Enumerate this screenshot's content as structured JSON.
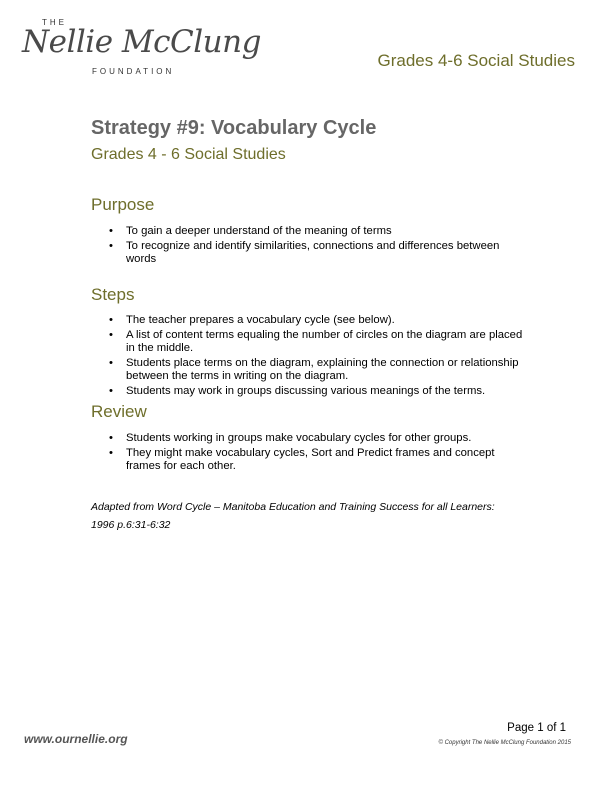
{
  "logo": {
    "the": "THE",
    "script": "Nellie McClung",
    "foundation": "FOUNDATION"
  },
  "header": {
    "right_text": "Grades 4-6 Social Studies"
  },
  "doc": {
    "title": "Strategy #9: Vocabulary Cycle",
    "subtitle": "Grades 4 - 6 Social Studies"
  },
  "purpose": {
    "heading": "Purpose",
    "items": [
      "To gain a deeper understand of the meaning of terms",
      "To recognize and identify similarities, connections and differences between words"
    ]
  },
  "steps": {
    "heading": "Steps",
    "items": [
      "The teacher prepares a vocabulary cycle (see below).",
      "A list of content terms equaling the number of circles on the diagram are placed in the middle.",
      "Students place terms on the diagram, explaining the connection or relationship between the terms in writing on the diagram.",
      "Students may work in groups discussing various meanings of the terms."
    ]
  },
  "review": {
    "heading": "Review",
    "items": [
      "Students working in groups make vocabulary cycles for other groups.",
      "They might make vocabulary cycles, Sort and Predict frames and concept frames for each other."
    ]
  },
  "credit": "Adapted from Word Cycle – Manitoba Education and Training Success for all Learners: 1996 p.6:31-6:32",
  "footer": {
    "page": "Page 1 of 1",
    "url": "www.ournellie.org",
    "copyright": "© Copyright The Nellie McClung Foundation 2015"
  }
}
